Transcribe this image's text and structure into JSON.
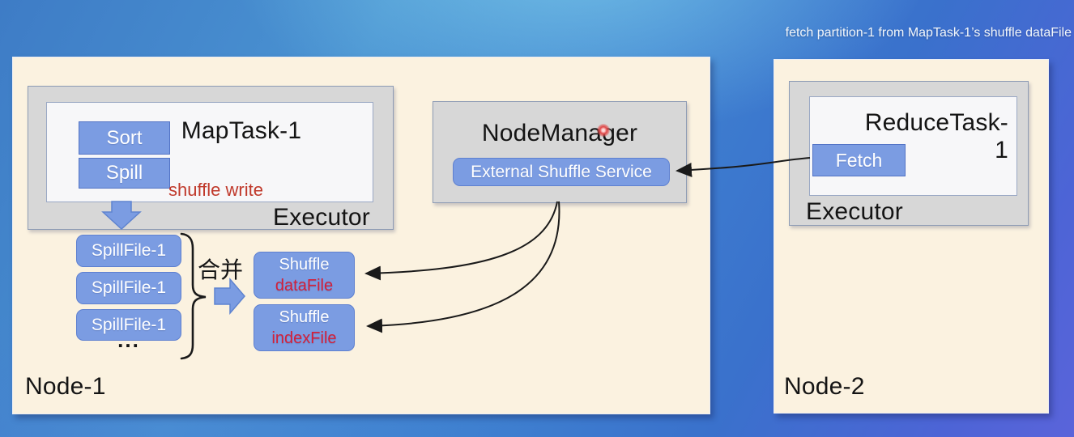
{
  "caption": "fetch partition-1 from MapTask-1’s shuffle dataFile",
  "colors": {
    "background_blue": "#3f7dc8",
    "background_cyan": "#6ab6de",
    "background_purple": "#5a64da",
    "node_box_cream": "#fbf2e0",
    "executor_gray": "#d7d7d7",
    "task_box_white": "#f7f7f9",
    "button_blue": "#7b9ce2",
    "button_border_blue": "#5273c5",
    "arrow_black": "#1a1a1a",
    "annotation_red": "#c0392b",
    "file_name_red": "#d32039",
    "laser_dot_red": "#e04848"
  },
  "node1": {
    "label": "Node-1",
    "executor": {
      "label": "Executor",
      "map_task": {
        "title": "MapTask-1",
        "steps": [
          "Sort",
          "Spill"
        ],
        "annotation": "shuffle write"
      }
    },
    "spill_files": [
      "SpillFile-1",
      "SpillFile-1",
      "SpillFile-1"
    ],
    "ellipsis": "...",
    "merge_label": "合并",
    "shuffle_files": [
      {
        "line1": "Shuffle",
        "line2": "dataFile"
      },
      {
        "line1": "Shuffle",
        "line2": "indexFile"
      }
    ],
    "node_manager": {
      "title": "NodeManager",
      "service": "External Shuffle Service"
    }
  },
  "node2": {
    "label": "Node-2",
    "executor": {
      "label": "Executor",
      "reduce_task": {
        "title": "ReduceTask-1",
        "action": "Fetch"
      }
    }
  }
}
